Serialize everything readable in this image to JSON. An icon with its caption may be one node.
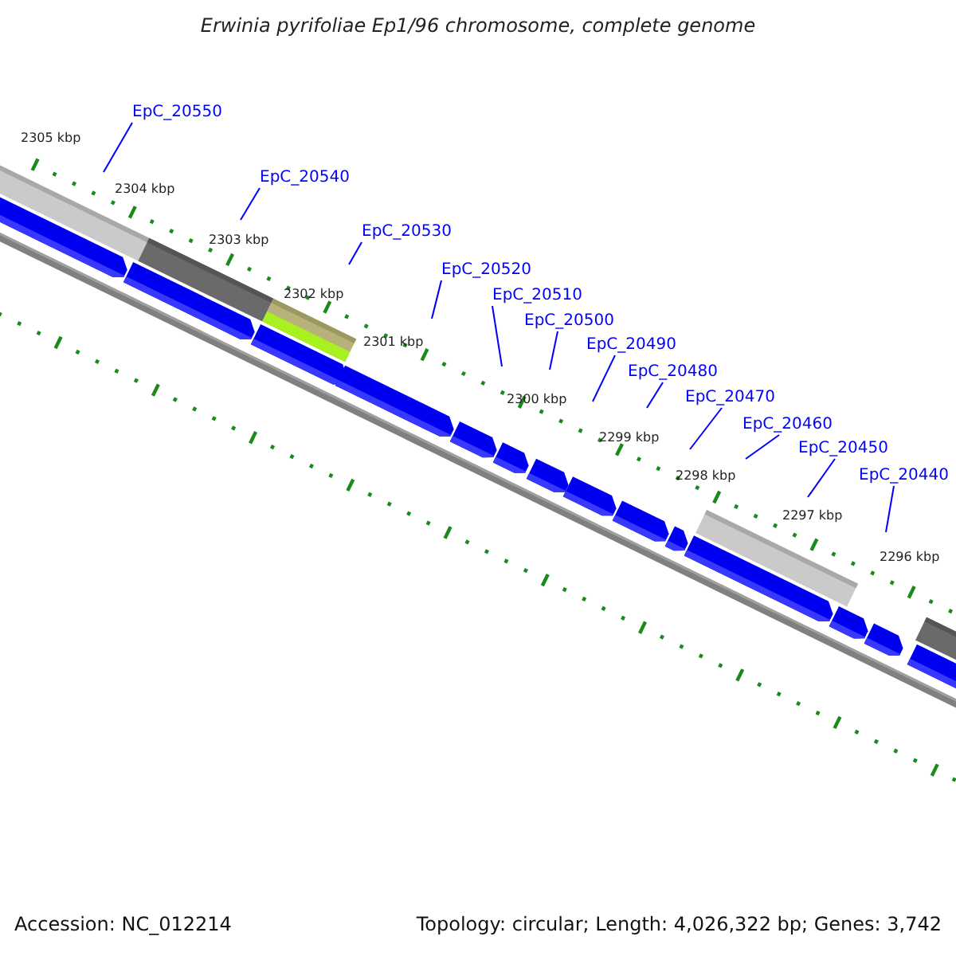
{
  "diagram": {
    "title": "Erwinia pyrifoliae Ep1/96 chromosome, complete genome",
    "nodes": [
      {
        "text": [
          "EpC_20550"
        ]
      },
      {
        "text": [
          "EpC_20540"
        ]
      },
      {
        "text": [
          "EpC_20530"
        ]
      },
      {
        "text": [
          "EpC_20520"
        ]
      },
      {
        "text": [
          "EpC_20510"
        ]
      },
      {
        "text": [
          "EpC_20500"
        ]
      },
      {
        "text": [
          "EpC_20490"
        ]
      },
      {
        "text": [
          "EpC_20480"
        ]
      },
      {
        "text": [
          "EpC_20470"
        ]
      },
      {
        "text": [
          "EpC_20460"
        ]
      },
      {
        "text": [
          "EpC_20450"
        ]
      },
      {
        "text": [
          "EpC_20440"
        ]
      }
    ],
    "edges": [
      {
        "from": 0,
        "to": null,
        "arrow": "none"
      },
      {
        "from": 1,
        "to": null,
        "arrow": "none"
      },
      {
        "from": 2,
        "to": null,
        "arrow": "none"
      },
      {
        "from": 3,
        "to": null,
        "arrow": "none"
      },
      {
        "from": 4,
        "to": null,
        "arrow": "none"
      },
      {
        "from": 5,
        "to": null,
        "arrow": "none"
      },
      {
        "from": 6,
        "to": null,
        "arrow": "none"
      },
      {
        "from": 7,
        "to": null,
        "arrow": "none"
      },
      {
        "from": 8,
        "to": null,
        "arrow": "none"
      },
      {
        "from": 9,
        "to": null,
        "arrow": "none"
      },
      {
        "from": 10,
        "to": null,
        "arrow": "none"
      },
      {
        "from": 11,
        "to": null,
        "arrow": "none"
      }
    ],
    "labels": [
      "2305 kbp",
      "2304 kbp",
      "2303 kbp",
      "2302 kbp",
      "2301 kbp",
      "2300 kbp",
      "2299 kbp",
      "2298 kbp",
      "2297 kbp",
      "2296 kbp",
      "Accession: NC_012214",
      "Topology: circular; Length: 4,026,322 bp; Genes: 3,742"
    ]
  }
}
